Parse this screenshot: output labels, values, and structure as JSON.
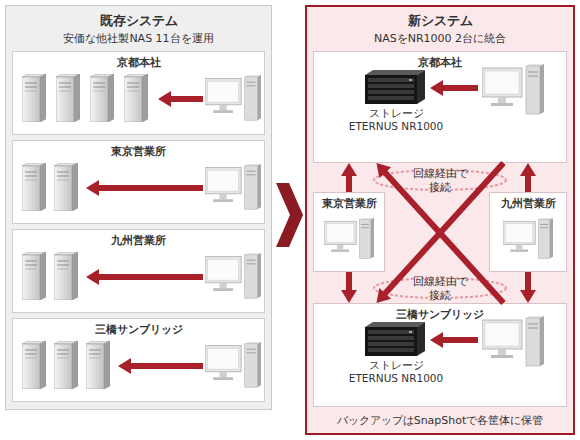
{
  "diagram": {
    "nodes": [
      {
        "text": [
          "既存システム",
          "安価な他社製NAS 11台を運用"
        ]
      },
      {
        "text": [
          "京都本社"
        ],
        "in": 0
      },
      {
        "text": [
          "東京営業所"
        ],
        "in": 0
      },
      {
        "text": [
          "九州営業所"
        ],
        "in": 0
      },
      {
        "text": [
          "三橋サンブリッジ"
        ],
        "in": 0
      },
      {
        "text": [
          "新システム",
          "NASをNR1000 2台に統合",
          "バックアップはSnapShotで各筐体に保管"
        ]
      },
      {
        "text": [
          "京都本社",
          "ストレージ ETERNUS NR1000"
        ],
        "in": 5
      },
      {
        "text": [
          "東京営業所"
        ],
        "in": 5
      },
      {
        "text": [
          "九州営業所"
        ],
        "in": 5
      },
      {
        "text": [
          "三橋サンブリッジ",
          "ストレージ ETERNUS NR1000"
        ],
        "in": 5
      }
    ],
    "edges": [
      {
        "from": 7,
        "to": 6,
        "arrow": "to"
      },
      {
        "from": 8,
        "to": 6,
        "arrow": "to"
      },
      {
        "from": 7,
        "to": 9,
        "arrow": "to"
      },
      {
        "from": 8,
        "to": 9,
        "arrow": "to"
      },
      {
        "from": 6,
        "to": 9,
        "arrow": "to"
      },
      {
        "from": 9,
        "to": 6,
        "arrow": "to"
      }
    ],
    "labels": [
      "回線経由で 接続",
      "回線経由で 接続"
    ]
  }
}
